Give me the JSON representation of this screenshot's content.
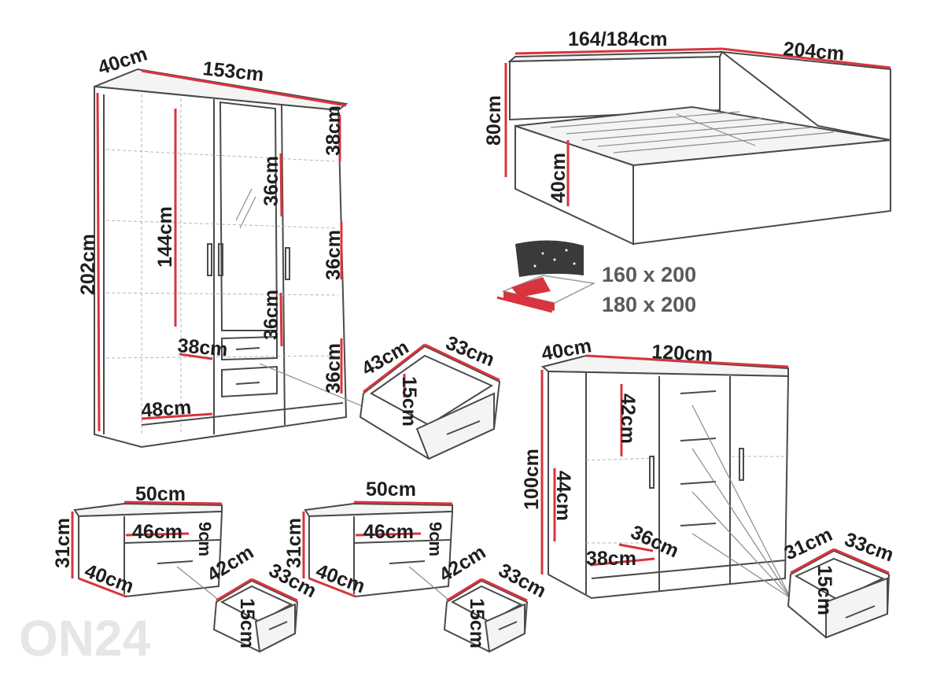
{
  "wardrobe": {
    "depth": "40cm",
    "width": "153cm",
    "height": "202cm",
    "shelf_top": "38cm",
    "mirror_shelf": "36cm",
    "door_height": "144cm",
    "shelf_right": "36cm",
    "mirror_lower": "36cm",
    "inner_width": "38cm",
    "bottom_shelf": "36cm",
    "base_width": "48cm"
  },
  "wardrobe_drawer": {
    "depth": "43cm",
    "width": "33cm",
    "height": "15cm"
  },
  "bed": {
    "width": "164/184cm",
    "length": "204cm",
    "headboard_height": "80cm",
    "frame_height": "40cm",
    "mattress_sizes": [
      "160 x 200",
      "180 x 200"
    ]
  },
  "nightstand_left": {
    "width": "50cm",
    "inner_width": "46cm",
    "drawer_height": "9cm",
    "height": "31cm",
    "depth": "40cm"
  },
  "nightstand_left_drawer": {
    "depth": "42cm",
    "width": "33cm",
    "height": "15cm"
  },
  "nightstand_right": {
    "width": "50cm",
    "inner_width": "46cm",
    "drawer_height": "9cm",
    "height": "31cm",
    "depth": "40cm"
  },
  "nightstand_right_drawer": {
    "depth": "42cm",
    "width": "33cm",
    "height": "15cm"
  },
  "dresser": {
    "depth": "40cm",
    "width": "120cm",
    "height": "100cm",
    "upper_shelf": "42cm",
    "lower_shelf": "44cm",
    "inner_depth": "36cm",
    "inner_width": "38cm"
  },
  "dresser_drawer": {
    "depth": "31cm",
    "width": "33cm",
    "height": "15cm"
  },
  "logo": {
    "text": "ON24"
  }
}
